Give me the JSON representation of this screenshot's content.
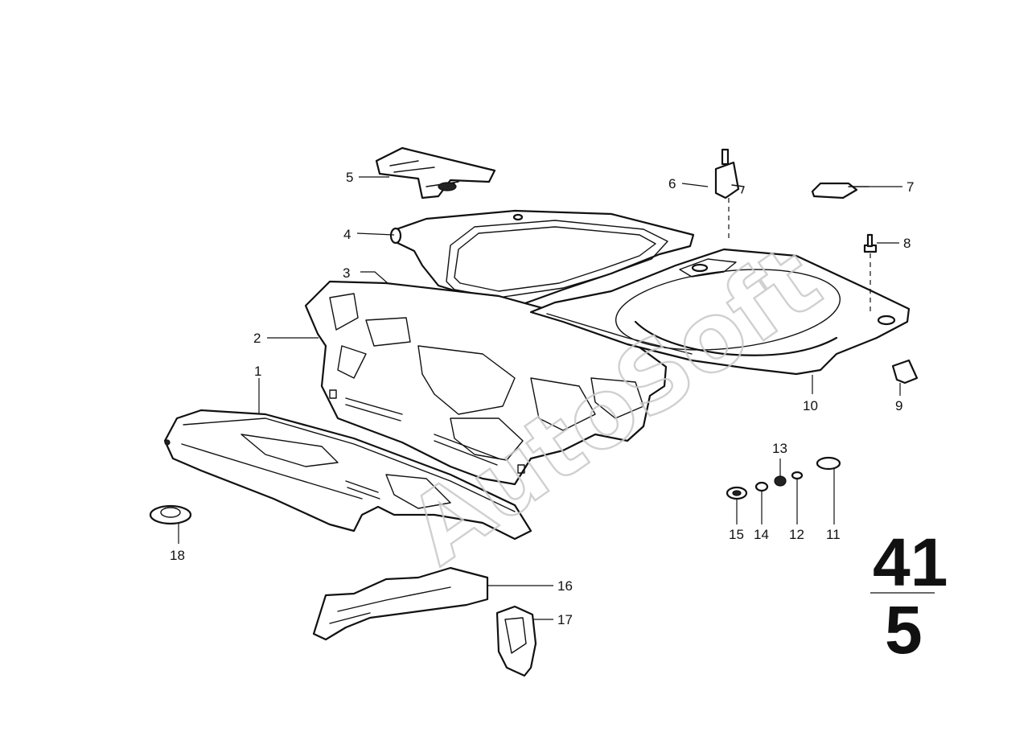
{
  "watermark": "AutoSoft",
  "group_number": "41",
  "sub_number": "5",
  "callouts": [
    {
      "id": "1",
      "label": "1"
    },
    {
      "id": "2",
      "label": "2"
    },
    {
      "id": "3",
      "label": "3"
    },
    {
      "id": "4",
      "label": "4"
    },
    {
      "id": "5",
      "label": "5"
    },
    {
      "id": "6",
      "label": "6"
    },
    {
      "id": "7",
      "label": "7"
    },
    {
      "id": "8",
      "label": "8"
    },
    {
      "id": "9",
      "label": "9"
    },
    {
      "id": "10",
      "label": "10"
    },
    {
      "id": "11",
      "label": "11"
    },
    {
      "id": "12",
      "label": "12"
    },
    {
      "id": "13",
      "label": "13"
    },
    {
      "id": "14",
      "label": "14"
    },
    {
      "id": "15",
      "label": "15"
    },
    {
      "id": "16",
      "label": "16"
    },
    {
      "id": "17",
      "label": "17"
    },
    {
      "id": "18",
      "label": "18"
    }
  ]
}
